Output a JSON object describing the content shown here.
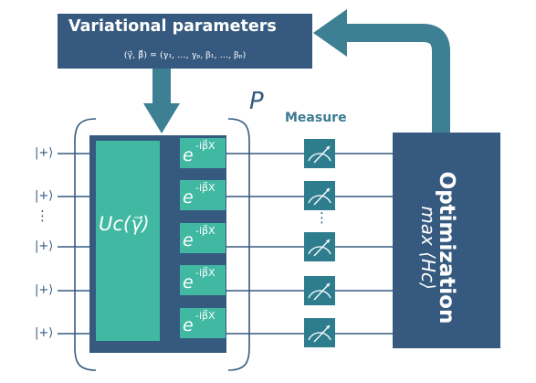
{
  "parameters_box": {
    "title": "Variational parameters",
    "equation": "(γ⃗, β⃗) = (γ₁, …, γₚ, β₁, …, βₚ)"
  },
  "repetition_label": "P",
  "measure_label": "Measure",
  "qubit_inputs": {
    "state_label": "|+⟩",
    "dots": "⋮"
  },
  "cost_unitary": {
    "label": "Uᴄ(γ⃗)"
  },
  "mixer": {
    "base": "e",
    "exponent": "-iβ⃗X",
    "count": 5
  },
  "optimization": {
    "title": "Optimization",
    "objective": "max ⟨Hᴄ⟩"
  },
  "colors": {
    "dark_blue": "#365a7f",
    "teal": "#40b8a2",
    "measure_teal": "#2e7d8f",
    "arrow": "#3d7f93"
  }
}
